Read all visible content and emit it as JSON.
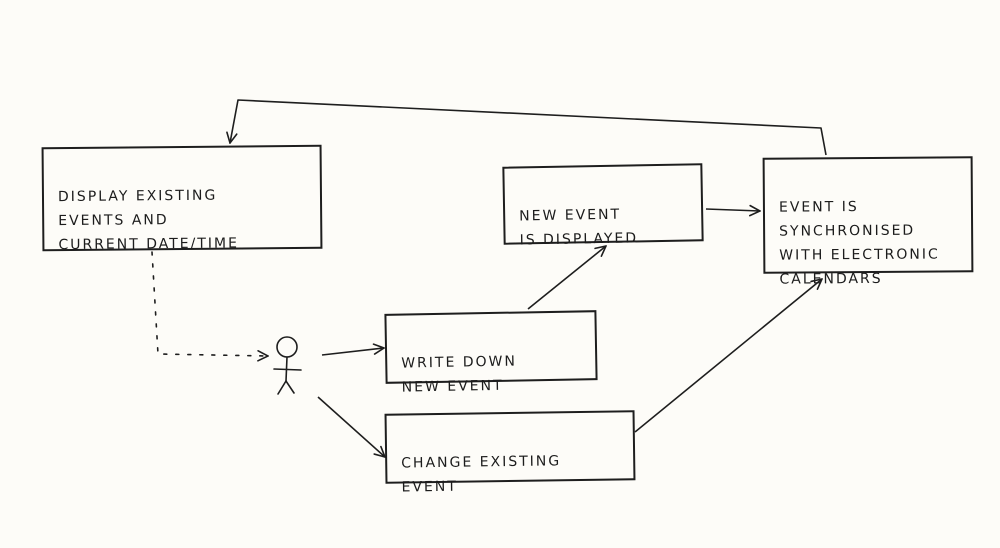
{
  "diagram": {
    "nodes": {
      "display_existing": {
        "text": "Display existing\nevents and\ncurrent date/time"
      },
      "new_event_displayed": {
        "text": "New event\nis displayed"
      },
      "event_synchronised": {
        "text": "Event is\nsynchronised\nwith electronic\ncalendars"
      },
      "write_down": {
        "text": "Write down\nnew event"
      },
      "change_existing": {
        "text": "Change existing\nevent"
      }
    },
    "actor": {
      "icon": "stick-figure-icon"
    },
    "edges": [
      {
        "from": "display_existing",
        "to": "actor",
        "style": "dotted"
      },
      {
        "from": "actor",
        "to": "write_down",
        "style": "solid"
      },
      {
        "from": "actor",
        "to": "change_existing",
        "style": "solid"
      },
      {
        "from": "write_down",
        "to": "new_event_displayed",
        "style": "solid"
      },
      {
        "from": "new_event_displayed",
        "to": "event_synchronised",
        "style": "solid"
      },
      {
        "from": "change_existing",
        "to": "event_synchronised",
        "style": "solid"
      },
      {
        "from": "event_synchronised",
        "to": "display_existing",
        "style": "solid"
      }
    ],
    "ink_color": "#1e1e1e",
    "paper_color": "#fdfcf8"
  }
}
